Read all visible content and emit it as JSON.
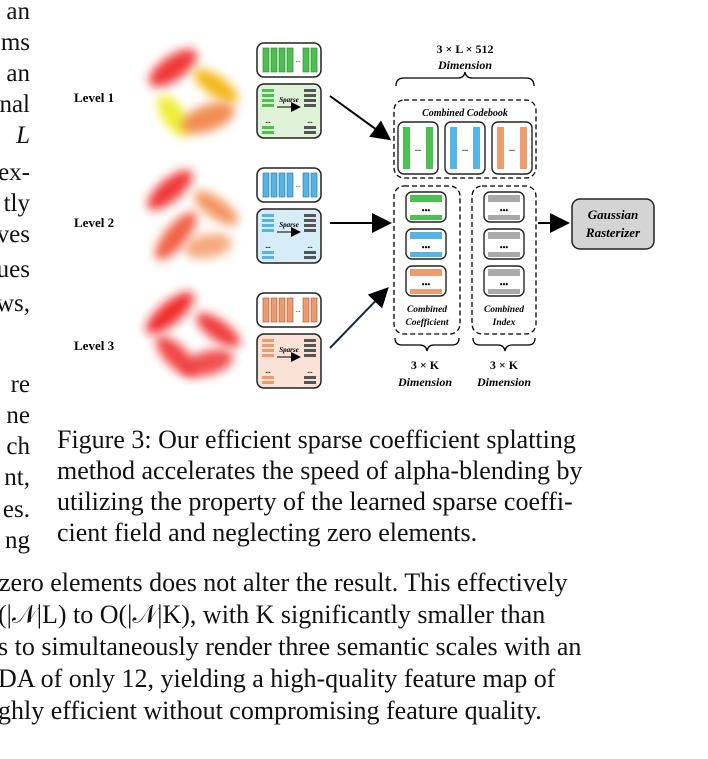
{
  "left_fragments": [
    "an",
    "ms",
    "an",
    "nal",
    "L",
    "ex-",
    "tly",
    "ves",
    "ues",
    "ws,",
    "re",
    "ne",
    "ch",
    "nt,",
    "es.",
    "ng"
  ],
  "figure": {
    "levels": [
      "Level 1",
      "Level 2",
      "Level 3"
    ],
    "sparse_label": "Sparse",
    "ellipsis": "...",
    "ellipsis_bold": "•••",
    "top_dim_line1": "3 × L × 512",
    "top_dim_line2": "Dimension",
    "combined_codebook": "Combined Codebook",
    "combined_coefficient_1": "Combined",
    "combined_coefficient_2": "Coefficient",
    "combined_index_1": "Combined",
    "combined_index_2": "Index",
    "bottom_dim_left_1": "3 × K",
    "bottom_dim_left_2": "Dimension",
    "bottom_dim_right_1": "3 × K",
    "bottom_dim_right_2": "Dimension",
    "rasterizer_1": "Gaussian",
    "rasterizer_2": "Rasterizer",
    "colors": {
      "green": "#4cc150",
      "blue": "#55b4e6",
      "orange": "#ef9b70",
      "gray": "#a9a9a9"
    }
  },
  "caption": {
    "line1": "Figure 3: Our efficient sparse coefficient splatting",
    "line2": "method accelerates the speed of alpha-blending by",
    "line3": "utilizing the property of the learned sparse coeffi-",
    "line4": "cient field and neglecting zero elements."
  },
  "body_text": {
    "line1": "zero elements does not alter the result. This effectively",
    "line2": "(|𝒩|L) to O(|𝒩|K), with K significantly smaller than",
    "line3": "s to simultaneously render three semantic scales with an",
    "line4": "DA of only 12, yielding a high-quality feature map of",
    "line5": "ghly efficient without compromising feature quality."
  }
}
